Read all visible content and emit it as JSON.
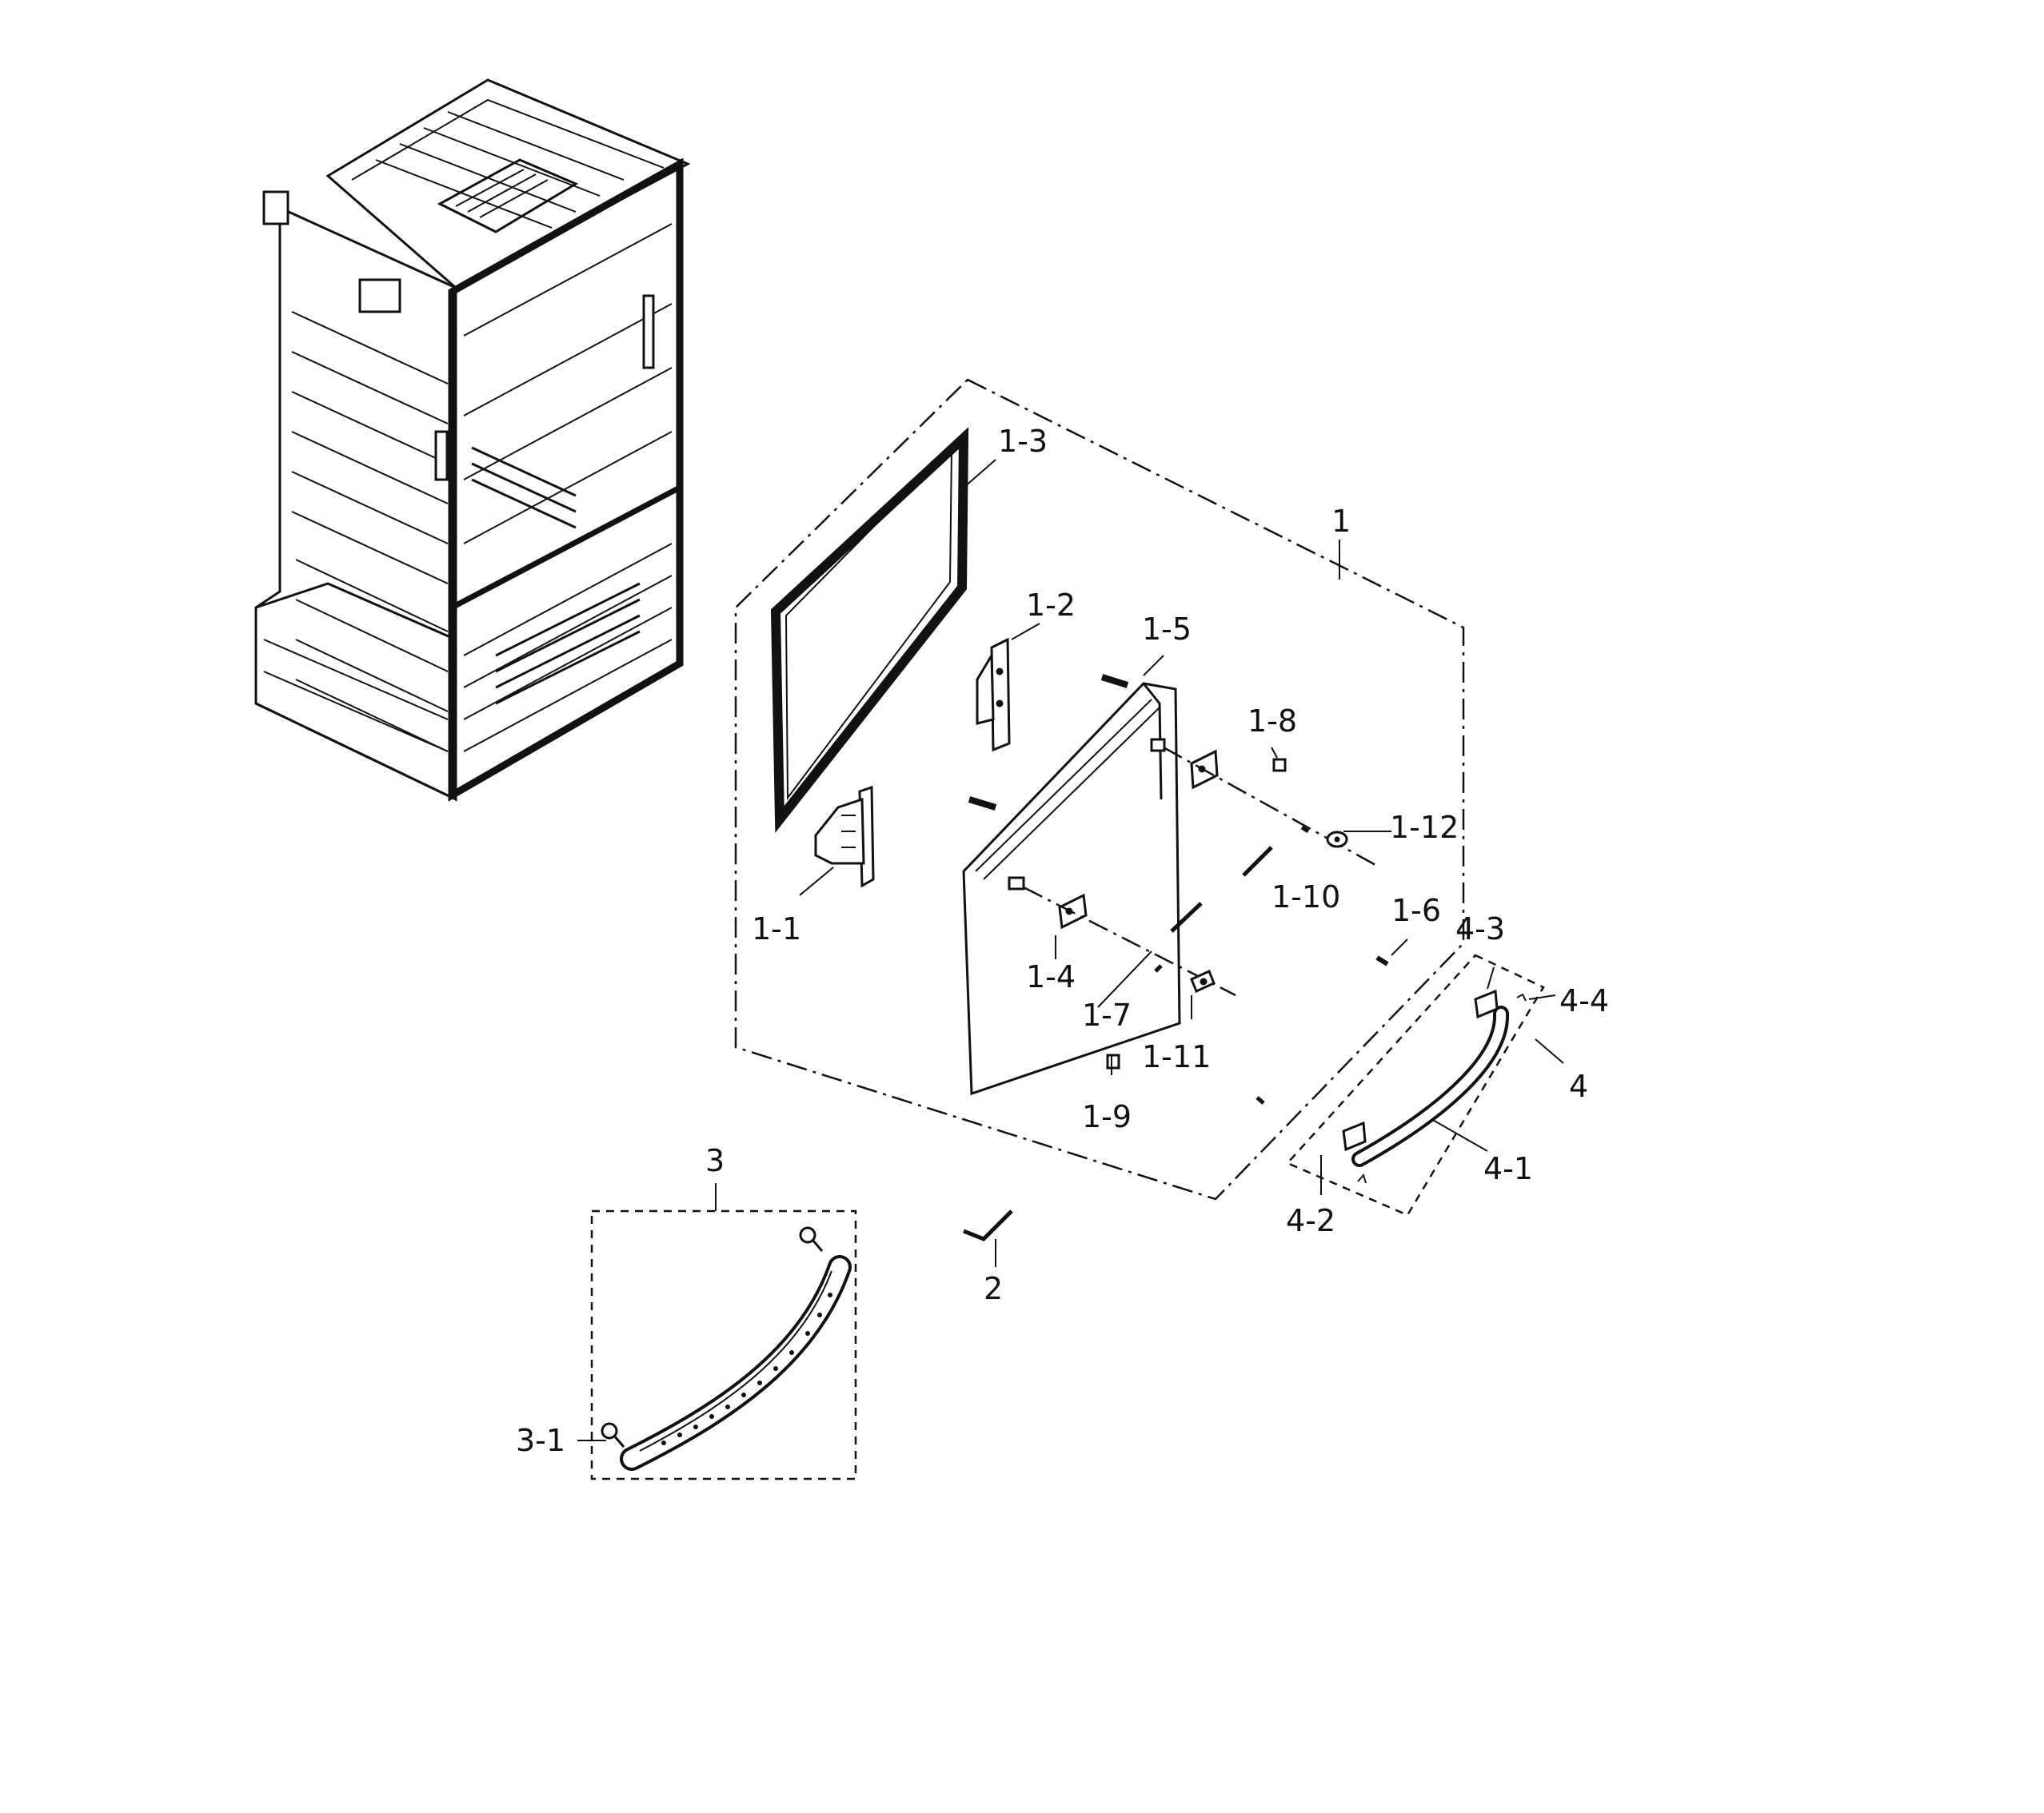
{
  "diagram": {
    "callouts": {
      "c1": "1",
      "c1_1": "1-1",
      "c1_2": "1-2",
      "c1_3": "1-3",
      "c1_4": "1-4",
      "c1_5": "1-5",
      "c1_6": "1-6",
      "c1_7": "1-7",
      "c1_8": "1-8",
      "c1_9": "1-9",
      "c1_10": "1-10",
      "c1_11": "1-11",
      "c1_12": "1-12",
      "c2": "2",
      "c3": "3",
      "c3_1": "3-1",
      "c4": "4",
      "c4_1": "4-1",
      "c4_2": "4-2",
      "c4_3": "4-3",
      "c4_4": "4-4"
    }
  }
}
